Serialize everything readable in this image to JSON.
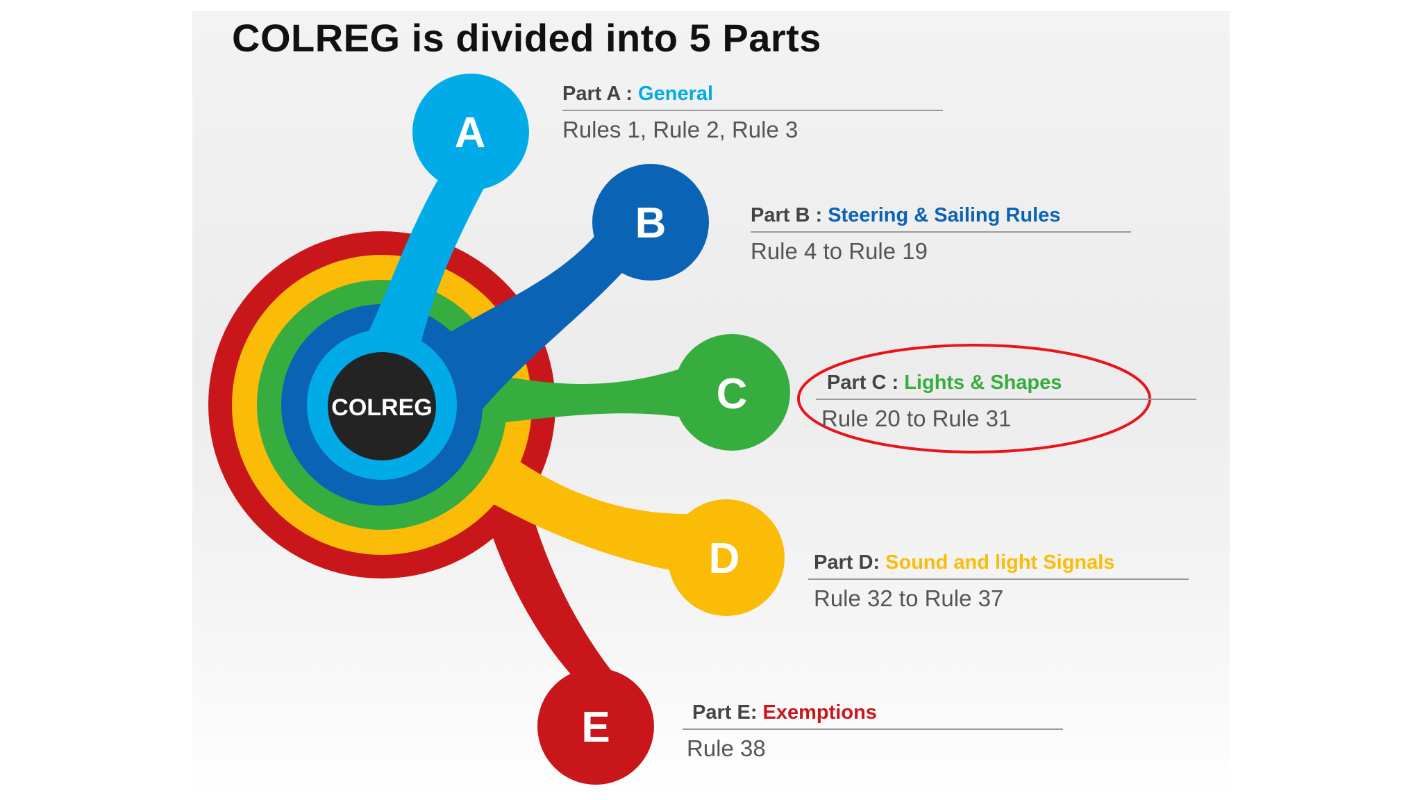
{
  "title": "COLREG is divided into 5 Parts",
  "hub_label": "COLREG",
  "colors": {
    "a": "#00abe8",
    "b": "#0b63b5",
    "c": "#36ad3e",
    "d": "#fbbc08",
    "e": "#c8161b",
    "hub": "#232323",
    "highlight": "#e8141c",
    "label_gray": "#444444"
  },
  "parts": [
    {
      "letter": "A",
      "prefix": "Part A :",
      "name": "General",
      "rules": "Rules 1, Rule 2, Rule 3"
    },
    {
      "letter": "B",
      "prefix": "Part B :",
      "name": "Steering & Sailing Rules",
      "rules": "Rule 4 to Rule 19"
    },
    {
      "letter": "C",
      "prefix": "Part C :",
      "name": "Lights & Shapes",
      "rules": "Rule 20 to Rule 31"
    },
    {
      "letter": "D",
      "prefix": "Part D:",
      "name": "Sound and light Signals",
      "rules": "Rule 32 to Rule 37"
    },
    {
      "letter": "E",
      "prefix": "Part E:",
      "name": "Exemptions",
      "rules": "Rule 38"
    }
  ],
  "highlighted_part": "C"
}
